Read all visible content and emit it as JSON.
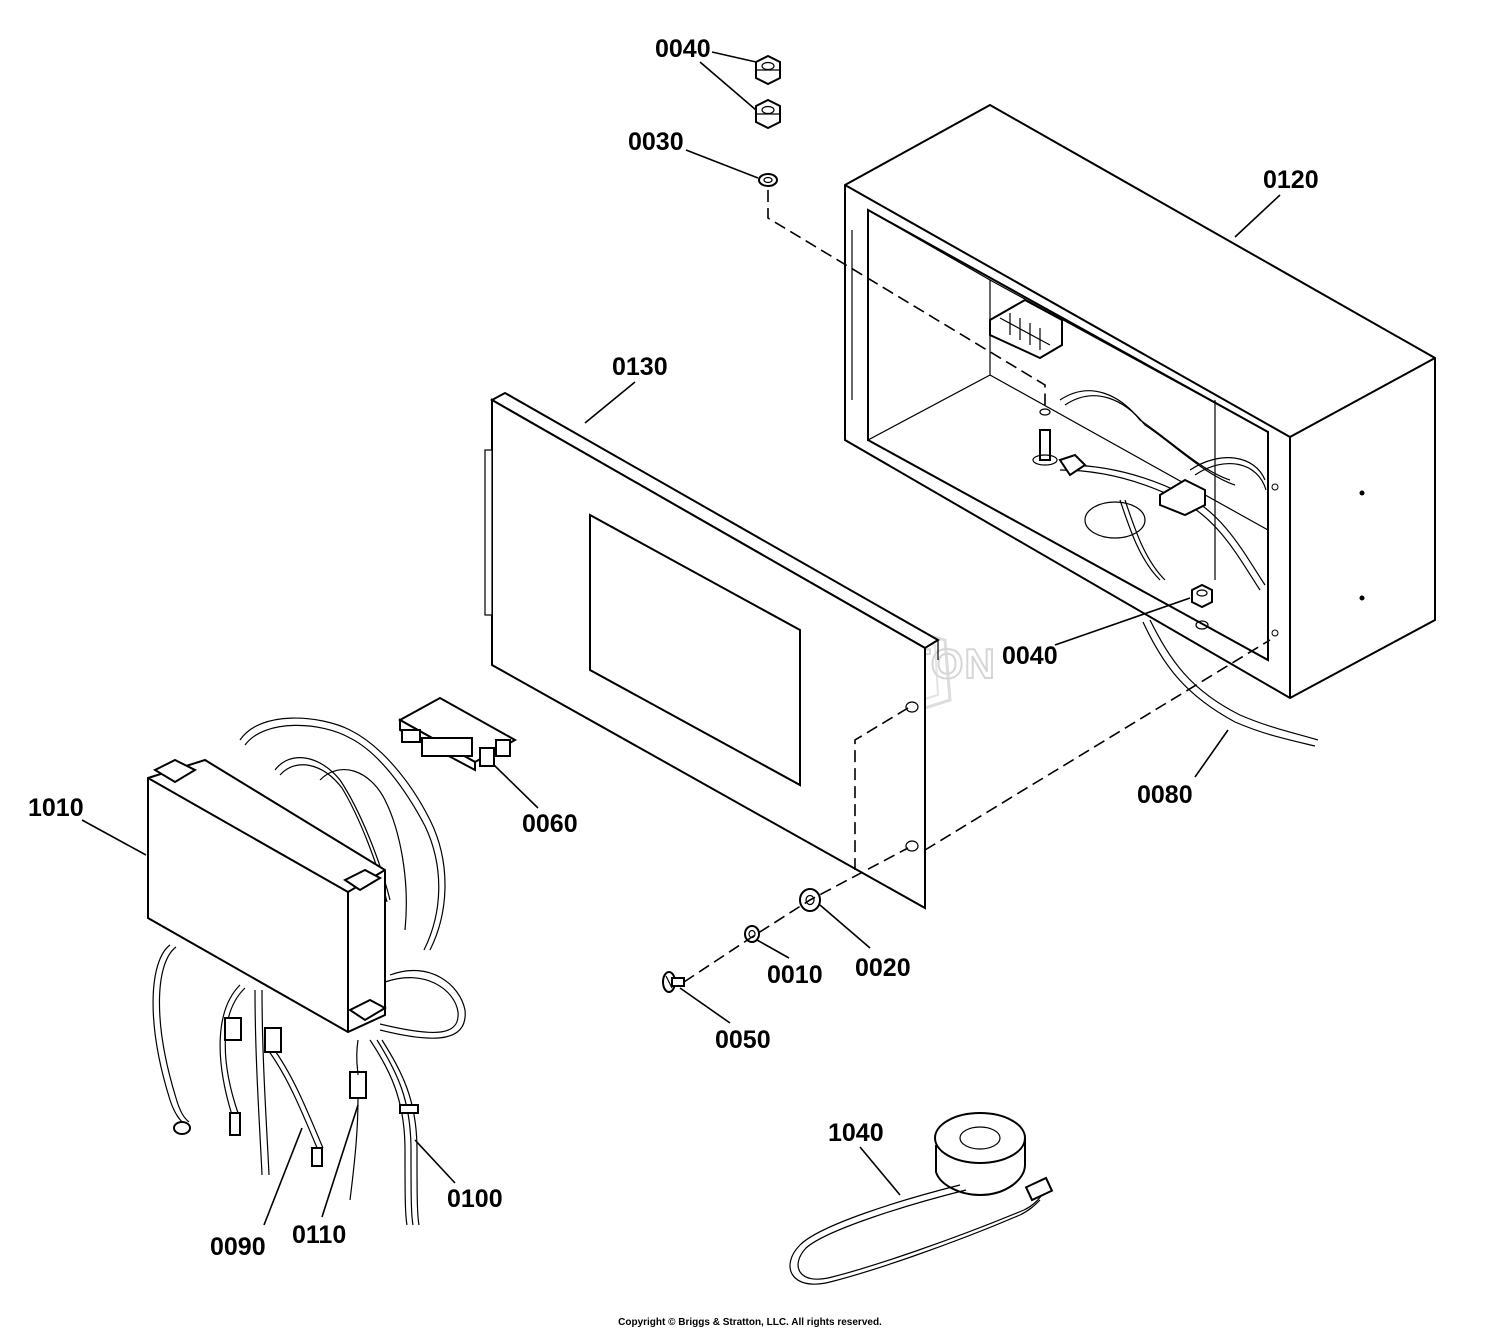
{
  "labels": {
    "p0040_top": "0040",
    "p0030": "0030",
    "p0120": "0120",
    "p0130": "0130",
    "p0040_mid": "0040",
    "p0080": "0080",
    "p1010": "1010",
    "p0060": "0060",
    "p0010": "0010",
    "p0020": "0020",
    "p0050": "0050",
    "p1040": "1040",
    "p0090": "0090",
    "p0110": "0110",
    "p0100": "0100"
  },
  "watermark": "BRIGGS&STRATTON",
  "copyright": "Copyright © Briggs & Stratton, LLC. All rights reserved."
}
